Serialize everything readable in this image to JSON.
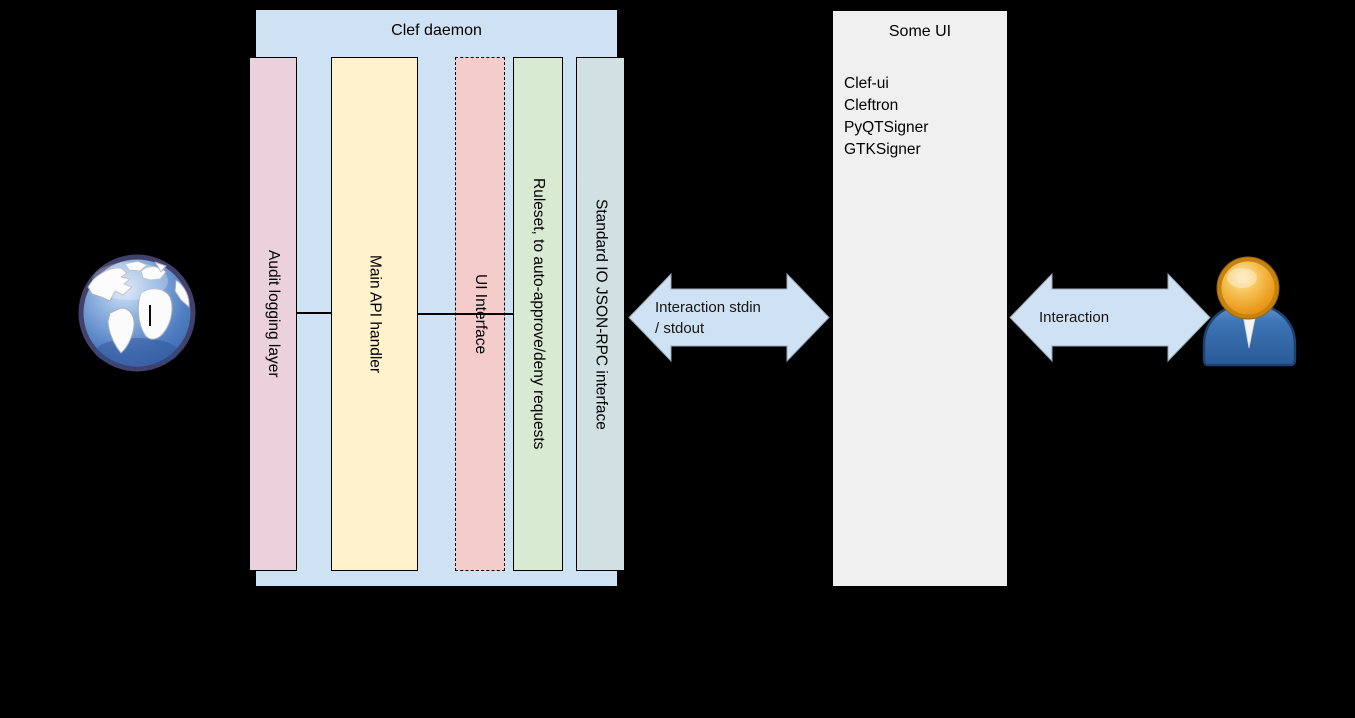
{
  "diagram": {
    "background_color": "#000000",
    "daemon_box": {
      "title": "Clef daemon",
      "fill": "#cfe2f3",
      "layers": [
        {
          "label": "Audit logging layer",
          "fill": "#ead1dc",
          "border_style": "solid"
        },
        {
          "label": "Main API handler",
          "fill": "#fff2cc",
          "border_style": "solid"
        },
        {
          "label": "UI Interface",
          "fill": "#f4cccc",
          "border_style": "dashed"
        },
        {
          "label": "Ruleset, to auto-approve/deny requests",
          "fill": "#d9ead3",
          "border_style": "solid"
        },
        {
          "label": "Standard IO JSON-RPC interface",
          "fill": "#d0e0e3",
          "border_style": "solid"
        }
      ]
    },
    "ui_box": {
      "title": "Some UI",
      "fill": "#f0f0f0",
      "items": [
        "Clef-ui",
        "Cleftron",
        "PyQTSigner",
        "GTKSigner"
      ]
    },
    "arrows": [
      {
        "name": "daemon-to-ui",
        "fill": "#cfe2f3",
        "label_lines": [
          "Interaction stdin",
          "/ stdout"
        ]
      },
      {
        "name": "ui-to-user",
        "fill": "#cfe2f3",
        "label_lines": [
          "Interaction"
        ]
      }
    ],
    "icons": {
      "left": "globe-icon",
      "right": "user-icon"
    }
  }
}
